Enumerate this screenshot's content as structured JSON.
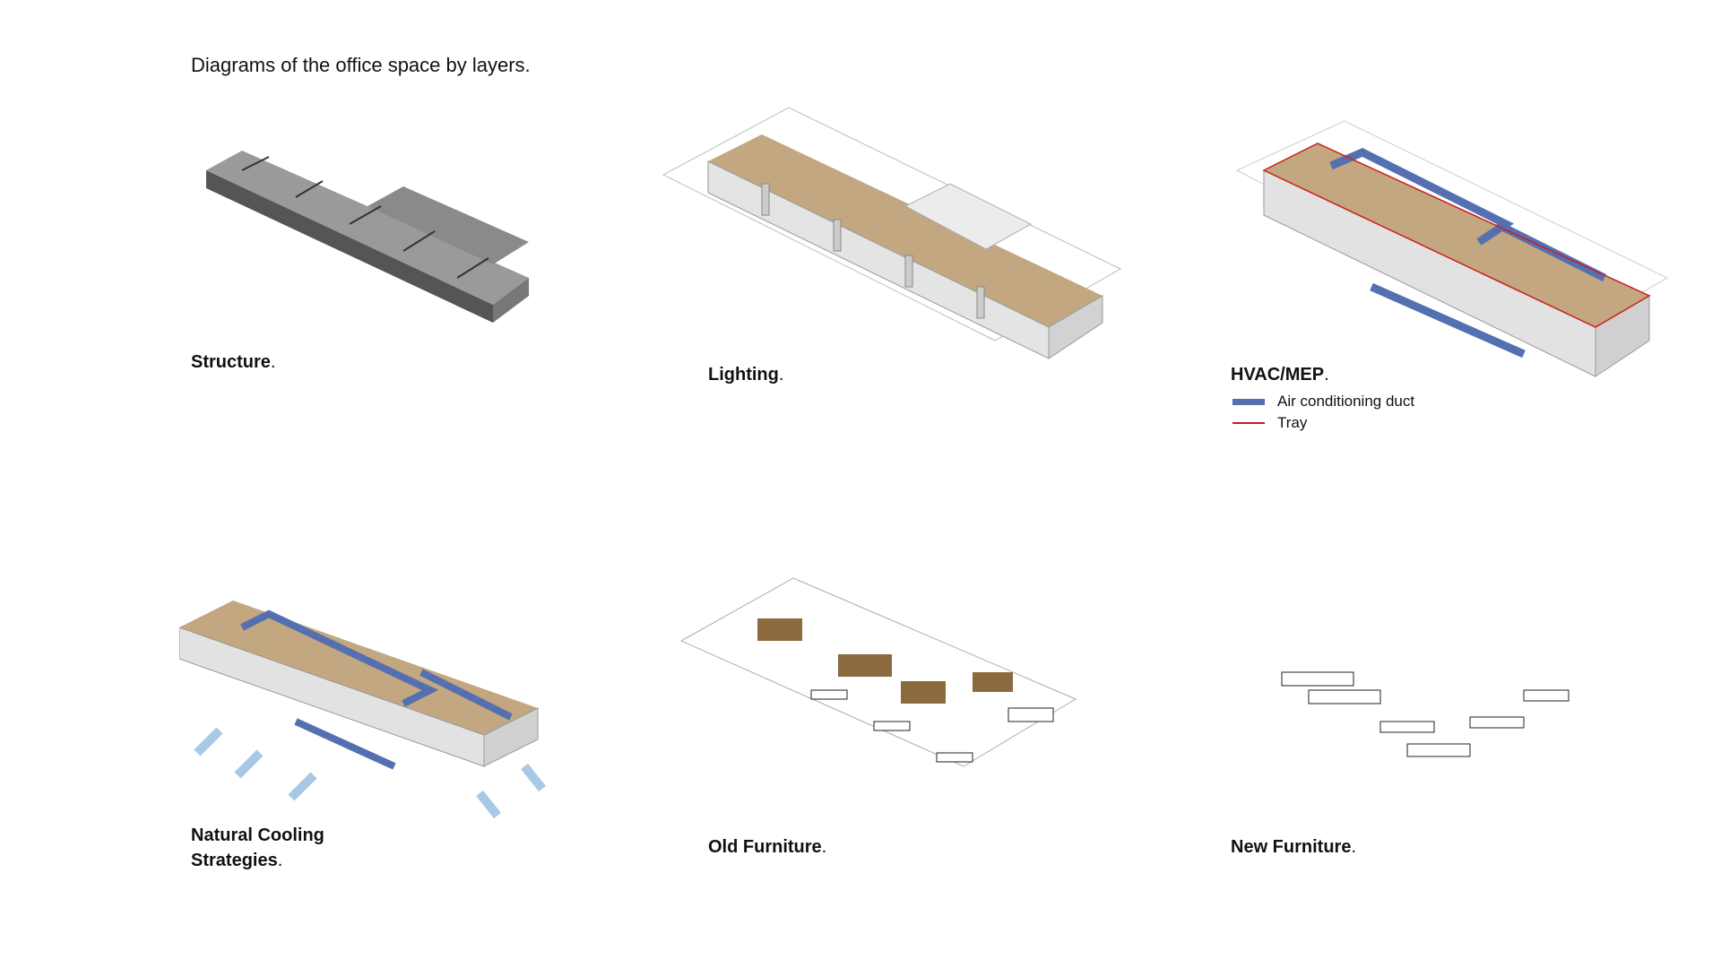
{
  "title": "Diagrams of the office space by layers.",
  "panels": [
    {
      "label": "Structure",
      "suffix": "."
    },
    {
      "label": "Lighting",
      "suffix": "."
    },
    {
      "label": "HVAC/MEP",
      "suffix": "."
    },
    {
      "label_line1": "Natural Cooling",
      "label_line2": "Strategies",
      "suffix": "."
    },
    {
      "label": "Old Furniture",
      "suffix": "."
    },
    {
      "label": "New Furniture",
      "suffix": "."
    }
  ],
  "legend": [
    {
      "label": "Air conditioning duct",
      "color": "#5470b0"
    },
    {
      "label": "Tray",
      "color": "#cc1f1f"
    }
  ]
}
